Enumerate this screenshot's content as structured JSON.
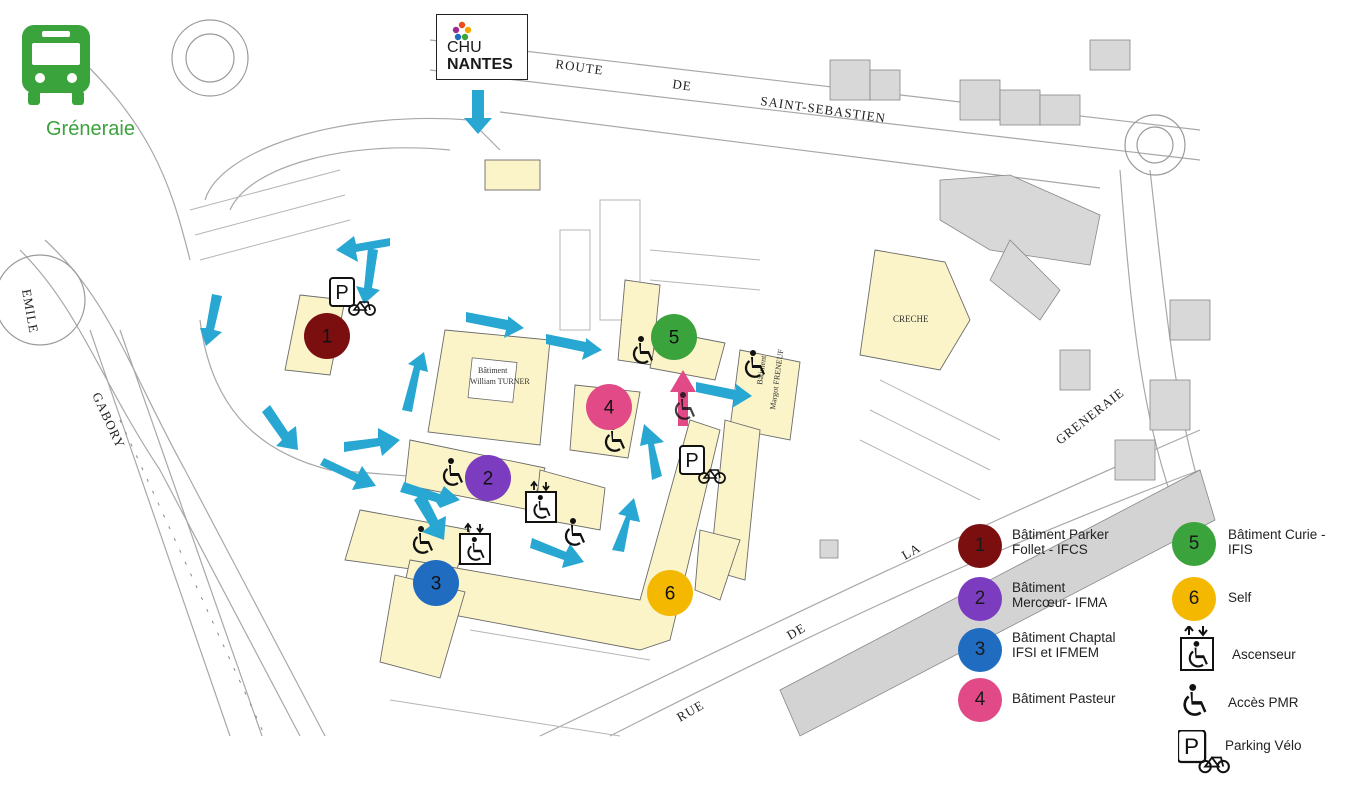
{
  "map": {
    "bus_stop": {
      "label": "Gréneraie",
      "icon": "bus-icon",
      "color": "#3aa33c"
    },
    "logo": {
      "line1": "CHU",
      "line2": "NANTES"
    },
    "street_labels": {
      "route_1": "ROUTE",
      "route_2": "DE",
      "route_3": "SAINT-SEBASTIEN",
      "greneraie": "GRENERAIE",
      "rue_1": "RUE",
      "rue_2": "DE",
      "rue_3": "LA",
      "emile": "EMILE",
      "gabory": "GABORY"
    },
    "building_labels": {
      "turner_1": "Bâtiment",
      "turner_2": "William TURNER",
      "creche": "CRECHE",
      "margot_1": "Bâtiment",
      "margot_2": "Margot FRENEUF"
    },
    "markers": [
      {
        "number": "1",
        "color": "#7b0f10"
      },
      {
        "number": "2",
        "color": "#7c3cbf"
      },
      {
        "number": "3",
        "color": "#1f6cc0"
      },
      {
        "number": "4",
        "color": "#e24a87"
      },
      {
        "number": "5",
        "color": "#3aa33c"
      },
      {
        "number": "6",
        "color": "#f5b800"
      }
    ],
    "colors": {
      "building": "#fbf4c8",
      "arrow": "#27a7d1",
      "arrow_pink": "#e24a87",
      "road_line": "#9a9a9a"
    }
  },
  "legend": {
    "items": [
      {
        "number": "1",
        "color": "#7b0f10",
        "text_1": "Bâtiment Parker",
        "text_2": "Follet - IFCS"
      },
      {
        "number": "2",
        "color": "#7c3cbf",
        "text_1": "Bâtiment",
        "text_2": "Mercœur- IFMA"
      },
      {
        "number": "3",
        "color": "#1f6cc0",
        "text_1": "Bâtiment Chaptal",
        "text_2": "IFSI et IFMEM"
      },
      {
        "number": "4",
        "color": "#e24a87",
        "text_1": "Bâtiment Pasteur",
        "text_2": ""
      },
      {
        "number": "5",
        "color": "#3aa33c",
        "text_1": "Bâtiment Curie -",
        "text_2": "IFIS"
      },
      {
        "number": "6",
        "color": "#f5b800",
        "text_1": "Self",
        "text_2": ""
      }
    ],
    "symbols": [
      {
        "icon": "elevator-icon",
        "label": "Ascenseur"
      },
      {
        "icon": "wheelchair-icon",
        "label": "Accès PMR"
      },
      {
        "icon": "bike-parking-icon",
        "label": "Parking Vélo"
      }
    ]
  }
}
